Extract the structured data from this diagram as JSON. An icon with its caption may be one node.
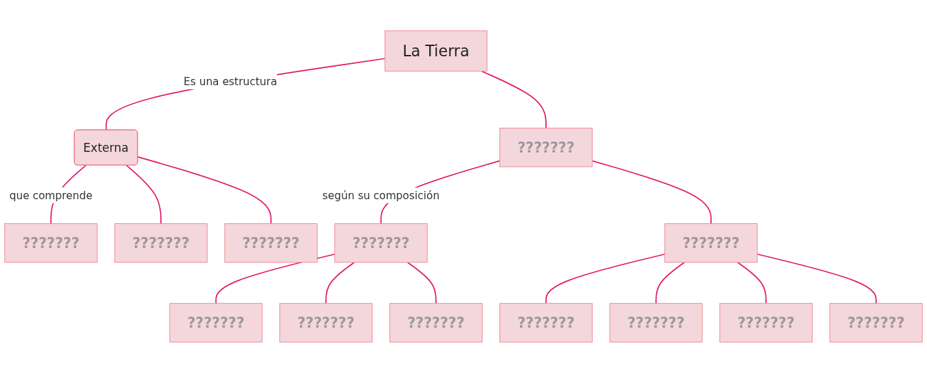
{
  "diagram": {
    "nodes": [
      {
        "text": [
          "La Tierra"
        ]
      },
      {
        "text": [
          "Externa"
        ]
      },
      {
        "text": [
          "???????"
        ]
      },
      {
        "text": [
          "???????"
        ]
      },
      {
        "text": [
          "???????"
        ]
      },
      {
        "text": [
          "???????"
        ]
      },
      {
        "text": [
          "???????"
        ]
      },
      {
        "text": [
          "???????"
        ]
      },
      {
        "text": [
          "???????"
        ]
      },
      {
        "text": [
          "???????"
        ]
      },
      {
        "text": [
          "???????"
        ]
      },
      {
        "text": [
          "???????"
        ]
      },
      {
        "text": [
          "???????"
        ]
      },
      {
        "text": [
          "???????"
        ]
      },
      {
        "text": [
          "???????"
        ]
      }
    ],
    "edges": [
      {
        "from": 0,
        "to": 1,
        "arrow": "none",
        "label": "Es una estructura"
      },
      {
        "from": 0,
        "to": 2,
        "arrow": "none"
      },
      {
        "from": 1,
        "to": 3,
        "arrow": "none",
        "label": "que comprende"
      },
      {
        "from": 1,
        "to": 4,
        "arrow": "none"
      },
      {
        "from": 1,
        "to": 5,
        "arrow": "none"
      },
      {
        "from": 2,
        "to": 6,
        "arrow": "none",
        "label": "según su composición"
      },
      {
        "from": 2,
        "to": 7,
        "arrow": "none"
      },
      {
        "from": 6,
        "to": 8,
        "arrow": "none"
      },
      {
        "from": 6,
        "to": 9,
        "arrow": "none"
      },
      {
        "from": 6,
        "to": 10,
        "arrow": "none"
      },
      {
        "from": 7,
        "to": 11,
        "arrow": "none"
      },
      {
        "from": 7,
        "to": 12,
        "arrow": "none"
      },
      {
        "from": 7,
        "to": 13,
        "arrow": "none"
      },
      {
        "from": 7,
        "to": 14,
        "arrow": "none"
      }
    ]
  }
}
